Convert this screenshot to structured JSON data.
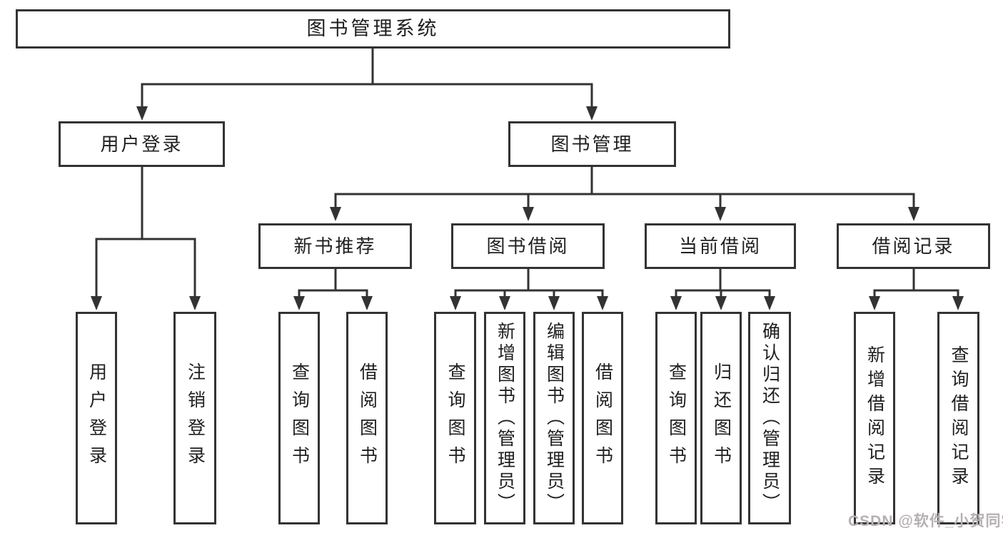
{
  "colors": {
    "line": "#333333",
    "text": "#1f1f1f",
    "bg": "#ffffff",
    "watermark": "#b6b1b1"
  },
  "tree": {
    "root": "图书管理系统",
    "branches": [
      {
        "label": "用户登录",
        "children": [
          "用户登录",
          "注销登录"
        ]
      },
      {
        "label": "图书管理",
        "sections": [
          {
            "label": "新书推荐",
            "children": [
              "查询图书",
              "借阅图书"
            ]
          },
          {
            "label": "图书借阅",
            "children": [
              "查询图书",
              "新增图书（管理员）",
              "编辑图书（管理员）",
              "借阅图书"
            ]
          },
          {
            "label": "当前借阅",
            "children": [
              "查询图书",
              "归还图书",
              "确认归还（管理员）"
            ]
          },
          {
            "label": "借阅记录",
            "children": [
              "新增借阅记录",
              "查询借阅记录"
            ]
          }
        ]
      }
    ]
  },
  "watermark": {
    "text": "CSDN @软件_小贺同学"
  }
}
